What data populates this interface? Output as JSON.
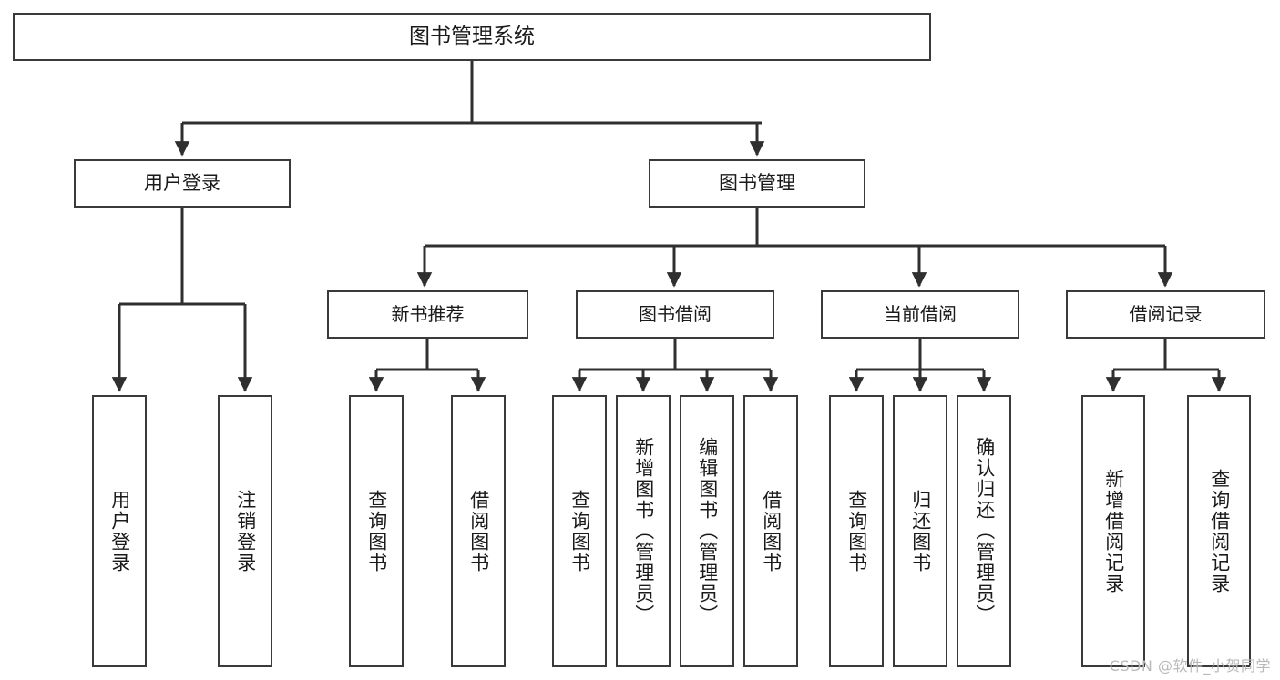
{
  "diagram": {
    "title": "图书管理系统",
    "type": "tree-hierarchy",
    "root": {
      "label": "图书管理系统"
    },
    "level2": [
      {
        "label": "用户登录"
      },
      {
        "label": "图书管理"
      }
    ],
    "level3": [
      {
        "label": "新书推荐"
      },
      {
        "label": "图书借阅"
      },
      {
        "label": "当前借阅"
      },
      {
        "label": "借阅记录"
      }
    ],
    "leaves": {
      "login": [
        {
          "label": "用户登录"
        },
        {
          "label": "注销登录"
        }
      ],
      "new_book": [
        {
          "label": "查询图书"
        },
        {
          "label": "借阅图书"
        }
      ],
      "book_borrow": [
        {
          "label": "查询图书"
        },
        {
          "label": "新增图书（管理员）"
        },
        {
          "label": "编辑图书（管理员）"
        },
        {
          "label": "借阅图书"
        }
      ],
      "current_borrow": [
        {
          "label": "查询图书"
        },
        {
          "label": "归还图书"
        },
        {
          "label": "确认归还（管理员）"
        }
      ],
      "borrow_record": [
        {
          "label": "新增借阅记录"
        },
        {
          "label": "查询借阅记录"
        }
      ]
    }
  },
  "watermark": {
    "text": "CSDN @软件_小贺同学"
  },
  "colors": {
    "box_border": "#3a3a3a",
    "connector": "#2f2f2f",
    "text": "#1a1a1a",
    "background": "#ffffff",
    "watermark": "#b9b9b9"
  }
}
